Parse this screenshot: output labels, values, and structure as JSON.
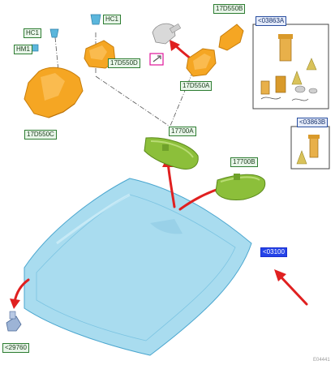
{
  "labels": {
    "hc1_left": "HC1",
    "hc1_top": "HC1",
    "hm1": "HM1",
    "p17D550B": "17D550B",
    "p17D550D": "17D550D",
    "p17D550A": "17D550A",
    "p17D550C": "17D550C",
    "p17700A": "17700A",
    "p17700B": "17700B",
    "kit03863A": "<03863A",
    "kit03863B": "<03863B",
    "windshield": "<03100",
    "bracket29760": "<29760"
  },
  "corner_code": "E04441",
  "colors": {
    "part_orange": "#f5a623",
    "mirror_green": "#8cbf3a",
    "glass_blue": "#a9dcef",
    "arrow_red": "#e02020",
    "label_green": "#2e7d32",
    "label_blue": "#2a4fa0",
    "highlight_blue": "#2443e8",
    "marker_magenta": "#e0159a"
  },
  "icons": [
    "clip-icon",
    "arrow-icon",
    "sensor-icon"
  ]
}
